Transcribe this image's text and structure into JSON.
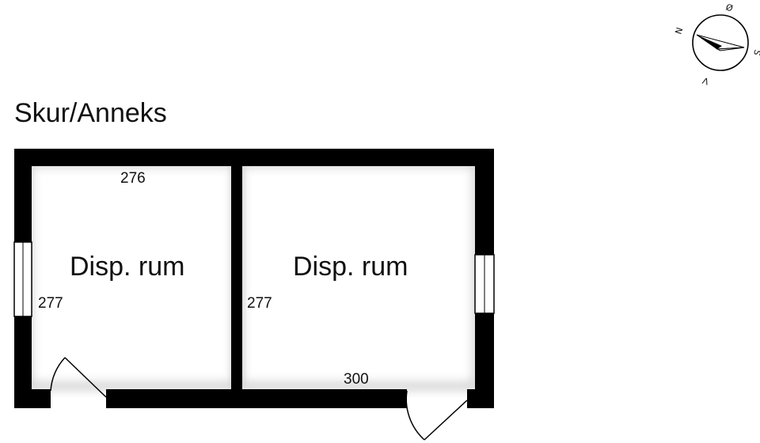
{
  "title": "Skur/Anneks",
  "rooms": [
    {
      "label": "Disp. rum",
      "width_dim": "276",
      "height_dim": "277"
    },
    {
      "label": "Disp. rum",
      "width_dim": "300",
      "height_dim": "277"
    }
  ],
  "compass": {
    "north": "N",
    "east": "Ø",
    "south": "S",
    "west": "V"
  },
  "colors": {
    "wall": "#000000",
    "window": "#ffffff",
    "background": "#ffffff"
  }
}
